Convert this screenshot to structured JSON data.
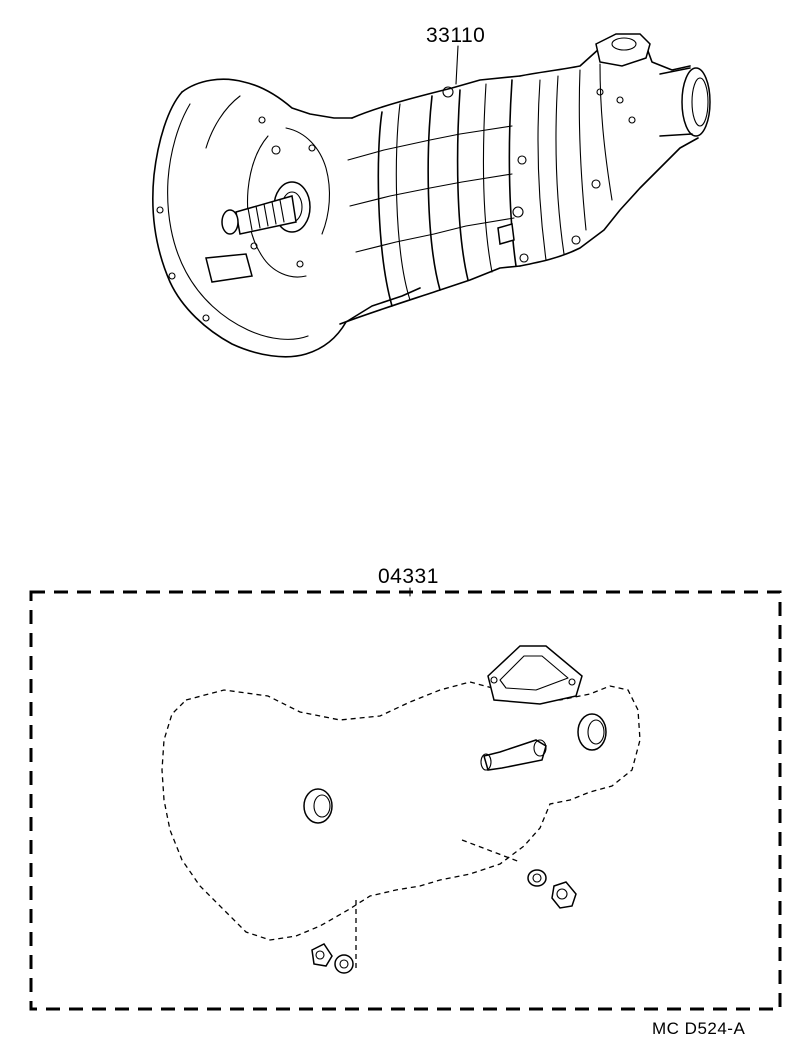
{
  "parts": {
    "assembly_number": "33110",
    "gasket_kit_number": "04331"
  },
  "footer": {
    "diagram_code": "MC  D524-A"
  }
}
